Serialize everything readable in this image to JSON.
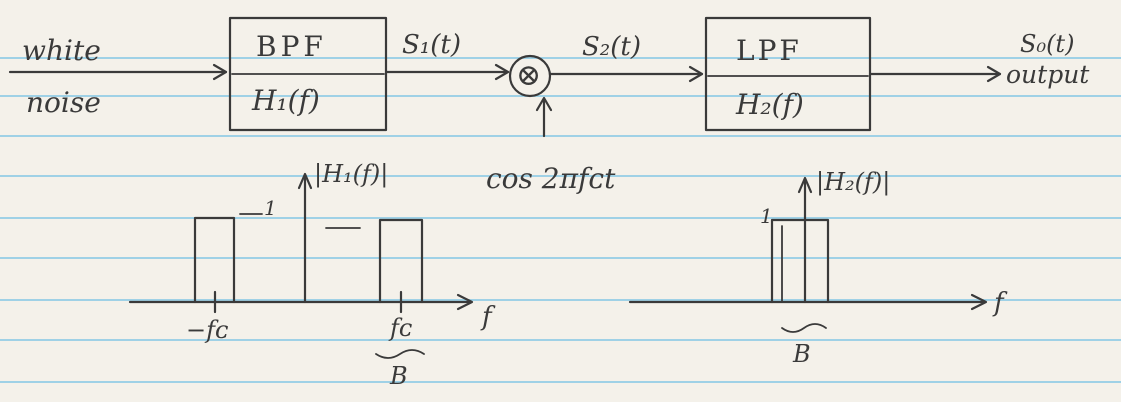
{
  "diagram": {
    "input_label_line1": "white",
    "input_label_line2": "noise",
    "bpf_title": "BPF",
    "bpf_transfer": "H₁(f)",
    "s1_label": "S₁(t)",
    "mixer_symbol": "⊗",
    "s2_label": "S₂(t)",
    "lpf_title": "LPF",
    "lpf_transfer": "H₂(f)",
    "output_signal": "S₀(t)",
    "output_label": "output",
    "carrier_label": "cos 2πfᴄt"
  },
  "bpf_response": {
    "magnitude_label": "|H₁(f)|",
    "amplitude_label": "1",
    "neg_center_label": "−fᴄ",
    "pos_center_label": "fᴄ",
    "bandwidth_label": "B",
    "axis_label": "f"
  },
  "lpf_response": {
    "magnitude_label": "|H₂(f)|",
    "amplitude_label": "1",
    "bandwidth_label": "B",
    "axis_label": "f"
  },
  "colors": {
    "paper": "#f4f1ea",
    "ruled_line": "#9fd1e6",
    "ink": "#3a3a3a"
  }
}
